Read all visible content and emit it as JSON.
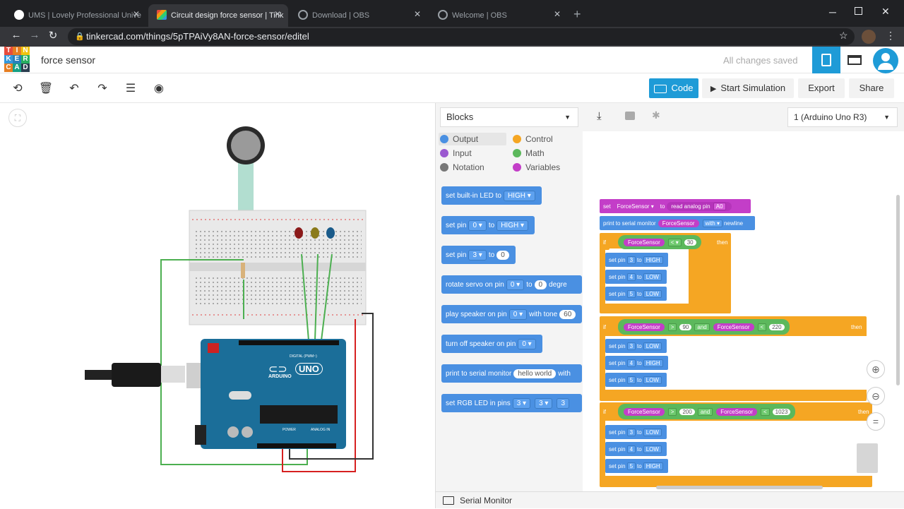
{
  "browser": {
    "tabs": [
      {
        "title": "UMS | Lovely Professional Unive"
      },
      {
        "title": "Circuit design force sensor | Tink"
      },
      {
        "title": "Download | OBS"
      },
      {
        "title": "Welcome | OBS"
      }
    ],
    "url": "tinkercad.com/things/5pTPAiVy8AN-force-sensor/editel"
  },
  "app": {
    "logo_letters": [
      "T",
      "I",
      "N",
      "K",
      "E",
      "R",
      "C",
      "A",
      "D"
    ],
    "title": "force sensor",
    "save_status": "All changes saved"
  },
  "toolbar": {
    "code_label": "Code",
    "simulate_label": "Start Simulation",
    "export_label": "Export",
    "share_label": "Share"
  },
  "code_panel": {
    "mode_select": "Blocks",
    "device_select": "1 (Arduino Uno R3)",
    "categories": [
      {
        "label": "Output",
        "color": "#4a90e2"
      },
      {
        "label": "Control",
        "color": "#f5a623"
      },
      {
        "label": "Input",
        "color": "#9b59d0"
      },
      {
        "label": "Math",
        "color": "#5cb85c"
      },
      {
        "label": "Notation",
        "color": "#777777"
      },
      {
        "label": "Variables",
        "color": "#c33ec8"
      }
    ],
    "palette": {
      "b1": {
        "text": "set built-in LED to",
        "dd": "HIGH"
      },
      "b2": {
        "text": "set pin",
        "dd1": "0",
        "mid": "to",
        "dd2": "HIGH"
      },
      "b3": {
        "text": "set pin",
        "dd1": "3",
        "mid": "to",
        "val": "0"
      },
      "b4": {
        "text": "rotate servo on pin",
        "dd1": "0",
        "mid": "to",
        "val": "0",
        "end": "degre"
      },
      "b5": {
        "text": "play speaker on pin",
        "dd1": "0",
        "mid": "with tone",
        "val": "60"
      },
      "b6": {
        "text": "turn off speaker on pin",
        "dd1": "0"
      },
      "b7": {
        "text": "print to serial monitor",
        "val": "hello world",
        "end": "with"
      },
      "b8": {
        "text": "set RGB LED in pins",
        "dd1": "3",
        "dd2": "3",
        "dd3": "3"
      }
    },
    "script": {
      "set_kw": "set",
      "set_var": "ForceSensor",
      "set_to": "to",
      "set_read": "read analog pin",
      "set_pin": "A0",
      "print_kw": "print to serial monitor",
      "print_var": "ForceSensor",
      "print_with": "with",
      "print_nl": "newline",
      "if1": {
        "kw": "if",
        "var": "ForceSensor",
        "op": "<",
        "val": "30",
        "then": "then",
        "rows": [
          [
            "3",
            "HIGH"
          ],
          [
            "4",
            "LOW"
          ],
          [
            "5",
            "LOW"
          ]
        ]
      },
      "if2": {
        "kw": "if",
        "var1": "ForceSensor",
        "op1": ">",
        "val1": "90",
        "and": "and",
        "var2": "ForceSensor",
        "op2": "<",
        "val2": "220",
        "then": "then",
        "rows": [
          [
            "3",
            "LOW"
          ],
          [
            "4",
            "HIGH"
          ],
          [
            "5",
            "LOW"
          ]
        ]
      },
      "if3": {
        "kw": "if",
        "var1": "ForceSensor",
        "op1": ">",
        "val1": "200",
        "and": "and",
        "var2": "ForceSensor",
        "op2": "<",
        "val2": "1023",
        "then": "then",
        "rows": [
          [
            "3",
            "LOW"
          ],
          [
            "4",
            "LOW"
          ],
          [
            "5",
            "HIGH"
          ]
        ]
      },
      "setpin": "set pin",
      "to": "to"
    },
    "serial_monitor": "Serial Monitor"
  },
  "board_labels": {
    "uno": "UNO",
    "arduino": "ARDUINO",
    "digital": "DIGITAL (PWM~)",
    "power": "POWER",
    "analog": "ANALOG IN"
  }
}
